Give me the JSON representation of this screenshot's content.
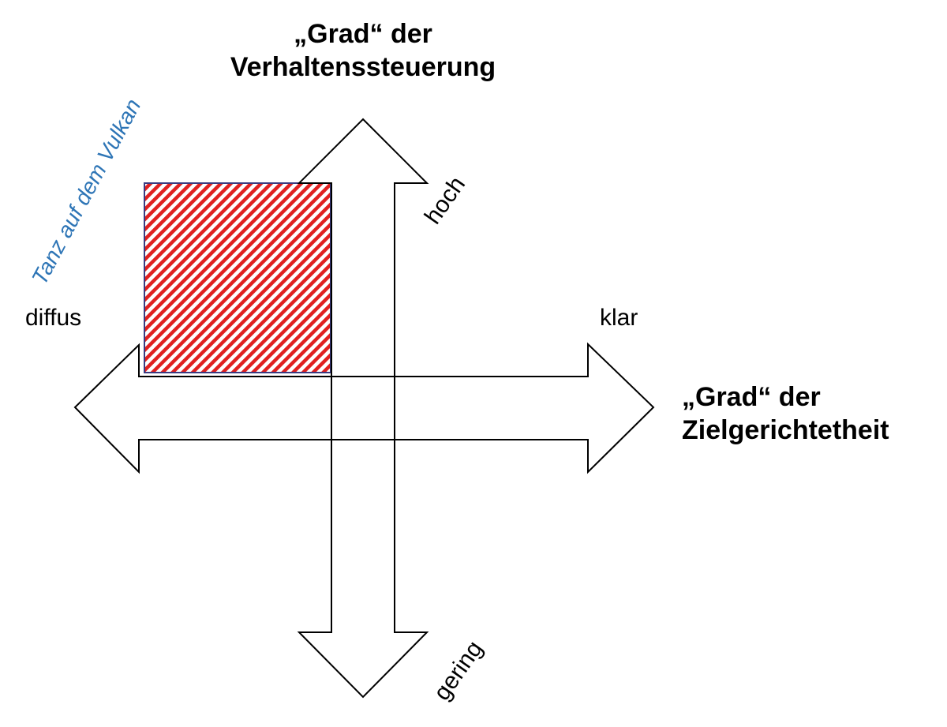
{
  "vertical_axis": {
    "title_line1": "„Grad“ der",
    "title_line2": "Verhaltenssteuerung",
    "high_label": "hoch",
    "low_label": "gering"
  },
  "horizontal_axis": {
    "title_line1": "„Grad“ der",
    "title_line2": "Zielgerichtetheit",
    "left_label": "diffus",
    "right_label": "klar"
  },
  "quadrant": {
    "label": "Tanz auf dem Vulkan",
    "label_color": "#2E75B6",
    "hatch_color": "#E02020",
    "border_color": "#3A3A80"
  },
  "colors": {
    "arrow_stroke": "#000000",
    "background": "#FFFFFF"
  }
}
